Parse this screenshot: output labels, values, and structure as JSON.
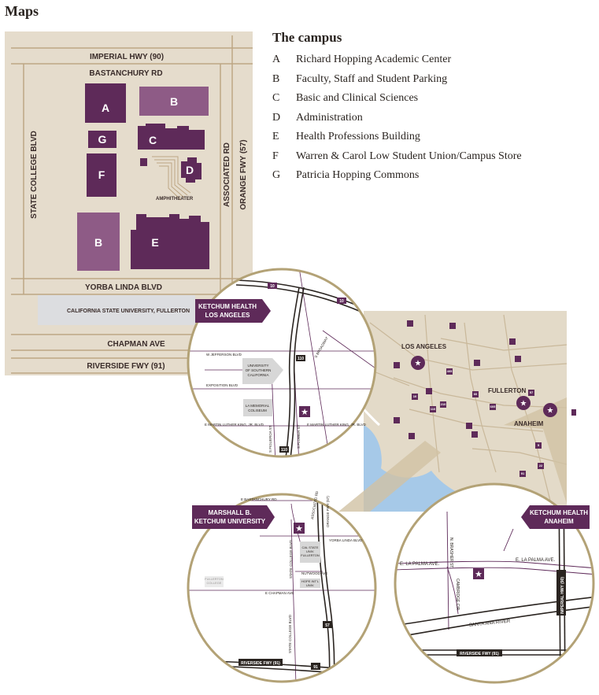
{
  "page": {
    "heading": "Maps"
  },
  "campus_legend": {
    "title": "The campus",
    "items": [
      {
        "letter": "A",
        "name": "Richard Hopping Academic Center"
      },
      {
        "letter": "B",
        "name": "Faculty, Staff and Student Parking"
      },
      {
        "letter": "C",
        "name": "Basic and Clinical Sciences"
      },
      {
        "letter": "D",
        "name": "Administration"
      },
      {
        "letter": "E",
        "name": "Health Professions Building"
      },
      {
        "letter": "F",
        "name": "Warren & Carol Low Student Union/Campus Store"
      },
      {
        "letter": "G",
        "name": "Patricia Hopping Commons"
      }
    ]
  },
  "campus_map": {
    "roads": {
      "imperial": "IMPERIAL HWY (90)",
      "bastanchury": "BASTANCHURY RD",
      "state_college": "STATE COLLEGE BLVD",
      "associated": "ASSOCIATED RD",
      "orange_fwy": "ORANGE FWY (57)",
      "yorba_linda": "YORBA LINDA BLVD",
      "chapman": "CHAPMAN AVE",
      "riverside": "RIVERSIDE FWY (91)"
    },
    "csuf": "CALIFORNIA STATE UNIVERSITY, FULLERTON",
    "amphitheater": "AMPHITHEATER",
    "buildings": {
      "a": "A",
      "b1": "B",
      "g": "G",
      "c": "C",
      "d": "D",
      "f": "F",
      "b2": "B",
      "e": "E"
    }
  },
  "region_map": {
    "cities": {
      "los_angeles": "LOS ANGELES",
      "fullerton": "FULLERTON",
      "anaheim": "ANAHEIM"
    },
    "shields": [
      "405",
      "210",
      "605",
      "10",
      "110",
      "60",
      "57",
      "91",
      "5",
      "22"
    ]
  },
  "la_inset": {
    "banner": [
      "KETCHUM HEALTH",
      "LOS ANGELES"
    ],
    "streets": {
      "jefferson": "W JEFFERSON BLVD",
      "exposition": "EXPOSITION BLVD",
      "mlk_west": "E MARTIN LUTHER KING, JR. BLVD",
      "mlk_east": "E MARTIN LUTHER KING, JR. BLVD",
      "figueroa": "S FIGUEROA ST",
      "flower": "S FLOWER ST",
      "broadway": "S BROADWAY"
    },
    "places": {
      "usc": [
        "UNIVERSITY",
        "OF SOUTHERN",
        "CALIFORNIA"
      ],
      "coliseum": [
        "LA MEMORIAL",
        "COLISEUM"
      ]
    },
    "shields": {
      "top": "10",
      "right": "10",
      "mid": "110",
      "bottom": "110"
    }
  },
  "mbku_inset": {
    "banner": [
      "MARSHALL B.",
      "KETCHUM UNIVERSITY"
    ],
    "streets": {
      "bastanchury": "E BASTANCHURY RD",
      "associated": "ASSOCIATED RD",
      "orange": "ORANGE FWY (57)",
      "yorba": "YORBA LINDA BLVD",
      "nutwood": "NUTWOOD AVE",
      "chapman": "E CHAPMAN AVE",
      "state_college": "STATE COLLEGE BLVD",
      "state_college_s": "STATE COLLEGE BLVD",
      "riverside": "RIVERSIDE FWY (91)"
    },
    "places": {
      "csuf": [
        "CAL STATE",
        "UNIV.",
        "FULLERTON"
      ],
      "hope": [
        "HOPE INT'L",
        "UNIV."
      ],
      "fullerton": [
        "FULLERTON",
        "COLLEGE"
      ]
    },
    "shields": {
      "s57": "57",
      "s91": "91"
    }
  },
  "anaheim_inset": {
    "banner": [
      "KETCHUM HEALTH",
      "ANAHEIM"
    ],
    "streets": {
      "la_palma_w": "E. LA PALMA AVE.",
      "la_palma_e": "E. LA PALMA AVE.",
      "brasher": "N. BRASHER ST.",
      "cambridge": "CAMBRIDGE CIR.",
      "imperial": "IMPERIAL HWY (90)",
      "santa_ana": "SANTA ANA RIVER",
      "riverside": "RIVERSIDE FWY (91)"
    }
  },
  "colors": {
    "building": "#5e2a59",
    "parking": "#8e5b86",
    "campus_bg": "#e5dccc",
    "road": "#bda684",
    "circle_border": "#b3a276",
    "water": "#a6c9e8"
  }
}
